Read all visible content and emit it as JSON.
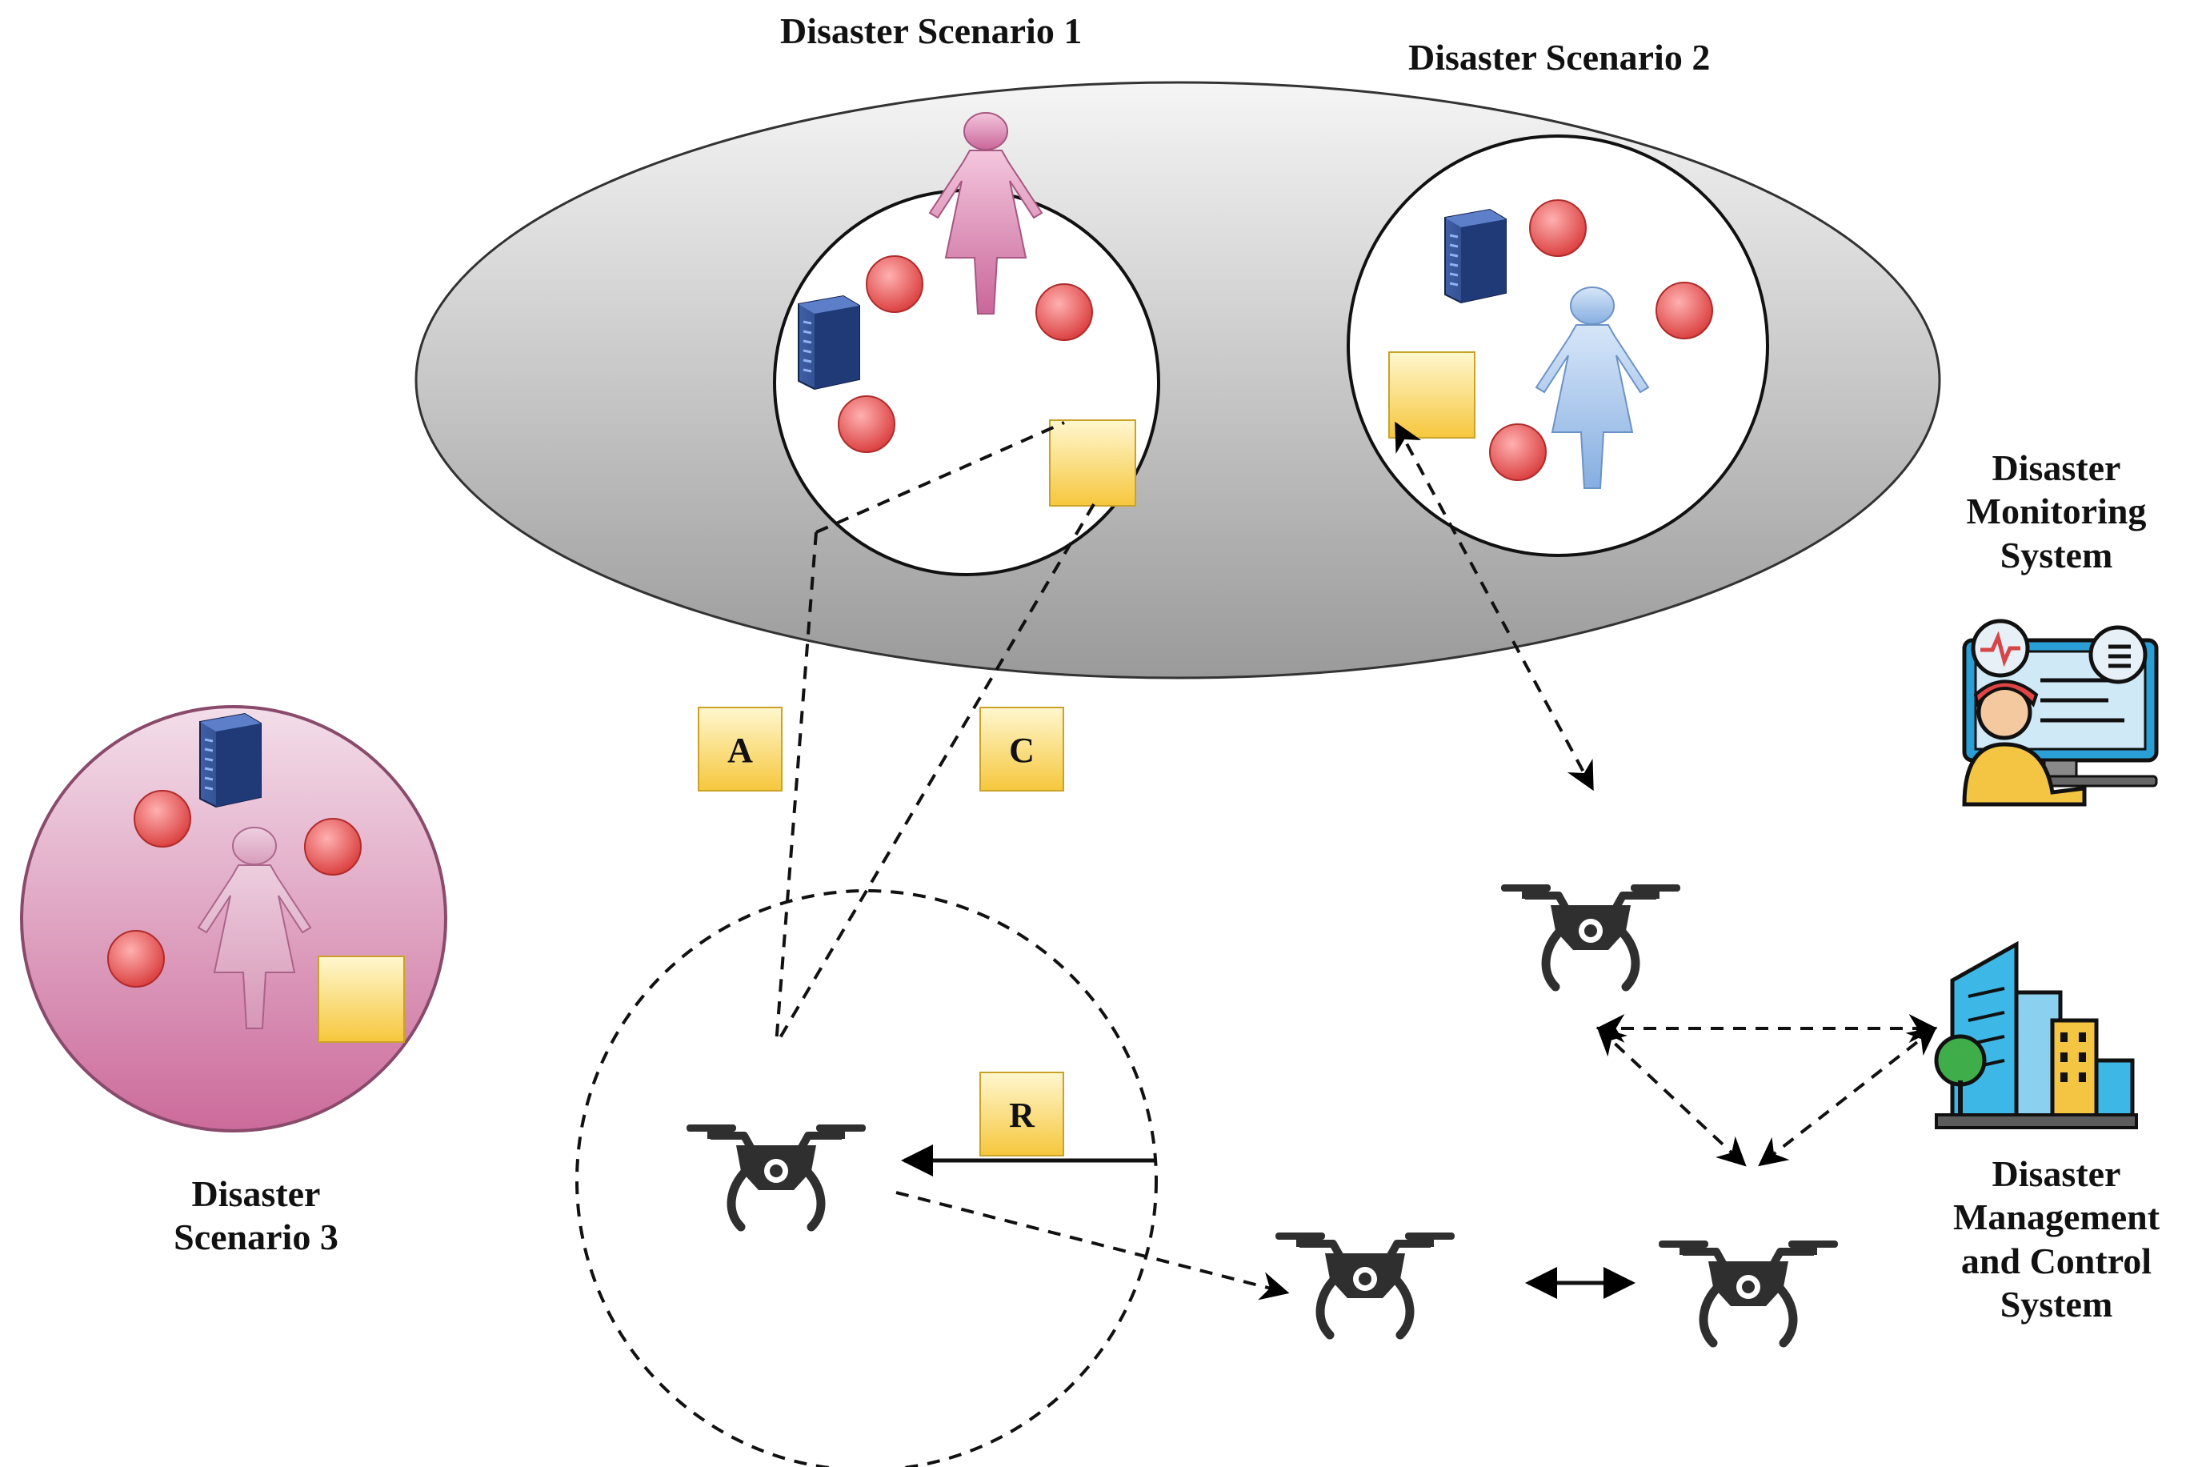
{
  "labels": {
    "scenario1": "Disaster Scenario 1",
    "scenario2": "Disaster Scenario 2",
    "scenario3_line1": "Disaster",
    "scenario3_line2": "Scenario 3",
    "monitoring_line1": "Disaster",
    "monitoring_line2": "Monitoring",
    "monitoring_line3": "System",
    "management_line1": "Disaster",
    "management_line2": "Management",
    "management_line3": "and Control",
    "management_line4": "System"
  },
  "tags": {
    "a": "A",
    "c": "C",
    "r": "R"
  },
  "colors": {
    "ellipse_fill_top": "#f4f4f4",
    "ellipse_fill_bottom": "#9a9a9a",
    "scenario3_fill_top": "#f2dbe9",
    "scenario3_fill_bottom": "#cf6f9e",
    "tag_fill_top": "#fff6c9",
    "tag_fill_bottom": "#f7c940",
    "node_red": "#e24b4b",
    "person_pink": "#d98db8",
    "person_blue": "#a9c9ef",
    "drone": "#2f2f2f",
    "server_blue": "#24407c"
  },
  "icons": [
    "server-icon",
    "person-icon",
    "sensor-node-icon",
    "drone-icon",
    "monitoring-operator-icon",
    "city-buildings-icon"
  ]
}
